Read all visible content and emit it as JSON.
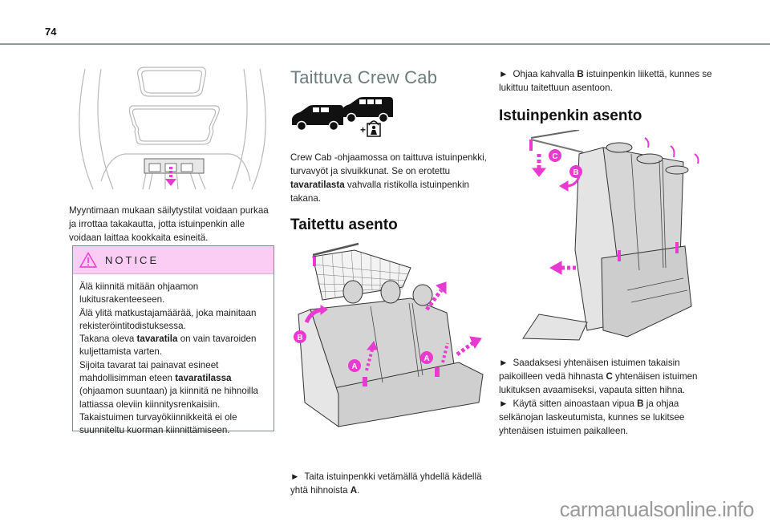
{
  "page": {
    "number": "74",
    "watermark": "carmanualsonline.info"
  },
  "left_column": {
    "storage_illustration_alt": "rear storage compartment under seat",
    "storage_text": "Myyntimaan mukaan säilytystilat voidaan purkaa ja irrottaa takakautta, jotta istuinpenkin alle voidaan laittaa kookkaita esineitä.",
    "notice": {
      "icon": "warning-triangle-icon",
      "label": "NOTICE",
      "lines": [
        {
          "text": "Älä kiinnitä mitään ohjaamon lukitusrakenteeseen."
        },
        {
          "text": "Älä ylitä matkustajamäärää, joka mainitaan rekisteröintitodistuksessa."
        },
        {
          "pre": "Takana oleva ",
          "bold": "tavaratila",
          "post": " on vain tavaroiden kuljettamista varten."
        },
        {
          "pre": "Sijoita tavarat tai painavat esineet mahdollisimman eteen ",
          "bold": "tavaratilassa",
          "post": " (ohjaamon suuntaan) ja kiinnitä ne hihnoilla lattiassa oleviin kiinnitysrenkaisiin."
        },
        {
          "text": "Takaistuimen turvayökiinnikkeitä ei ole suunniteltu kuorman kiinnittämiseen."
        }
      ]
    }
  },
  "middle_column": {
    "title": "Taittuva Crew Cab",
    "van_icons": [
      "van-icon",
      "van-icon",
      "child-lock-icon"
    ],
    "plus_sign": "+",
    "intro": {
      "pre": "Crew Cab -ohjaamossa on taittuva istuinpenkki, turvavyöt ja sivuikkunat. Se on erotettu ",
      "bold": "tavaratilasta",
      "post": " vahvalla ristikolla istuinpenkin takana."
    },
    "subtitle": "Taitettu asento",
    "illustration_labels": [
      "A",
      "A",
      "B"
    ],
    "step": {
      "arrow": "►",
      "pre": "Taita istuinpenkki vetämällä yhdellä kädellä yhtä hihnoista ",
      "bold": "A",
      "post": "."
    }
  },
  "right_column": {
    "step_top": {
      "arrow": "►",
      "pre": "Ohjaa kahvalla ",
      "bold": "B",
      "post": " istuinpenkin liikettä, kunnes se lukittuu taitettuun asentoon."
    },
    "subtitle": "Istuinpenkin asento",
    "illustration_labels": [
      "C",
      "B"
    ],
    "steps": [
      {
        "arrow": "►",
        "pre": "Saadaksesi yhtenäisen istuimen takaisin paikoilleen vedä hihnasta ",
        "bold": "C",
        "post": " yhtenäisen istuimen lukituksen avaamiseksi, vapauta sitten hihna."
      },
      {
        "arrow": "►",
        "pre": "Käytä sitten ainoastaan vipua ",
        "bold": "B",
        "post": " ja ohjaa selkänojan laskeutumista, kunnes se lukitsee yhtenäisen istuimen paikalleen."
      }
    ]
  },
  "colors": {
    "accent_magenta": "#e83ad0",
    "notice_header_bg": "#fbcdf5",
    "title_gray": "#6c7b7b",
    "rule_gray": "#8f9b9a"
  }
}
